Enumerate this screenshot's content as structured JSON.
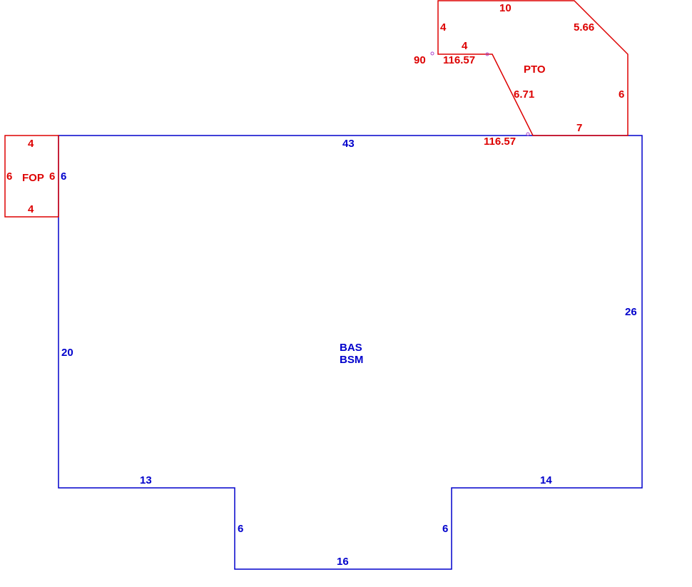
{
  "colors": {
    "main": "#0000cc",
    "addition": "#dd0000",
    "vertex": "#aa44cc"
  },
  "areas": {
    "bas": {
      "name": "BAS",
      "sub": "BSM"
    },
    "pto": {
      "name": "PTO"
    },
    "fop": {
      "name": "FOP"
    }
  },
  "dimensions": {
    "bas": {
      "top": "43",
      "right": "26",
      "left_lower": "20",
      "left_upper": "6",
      "bottom_left": "13",
      "bottom_right": "14",
      "notch_left": "6",
      "notch_right": "6",
      "notch_bottom": "16"
    },
    "pto": {
      "top": "10",
      "left": "4",
      "diagonal_top": "5.66",
      "inner_top": "4",
      "right": "6",
      "diagonal_mid": "6.71",
      "bottom": "7",
      "angle_inner": "116.57",
      "angle_outer": "116.57",
      "angle_corner": "90"
    },
    "fop": {
      "top": "4",
      "bottom": "4",
      "left": "6",
      "right": "6"
    }
  }
}
